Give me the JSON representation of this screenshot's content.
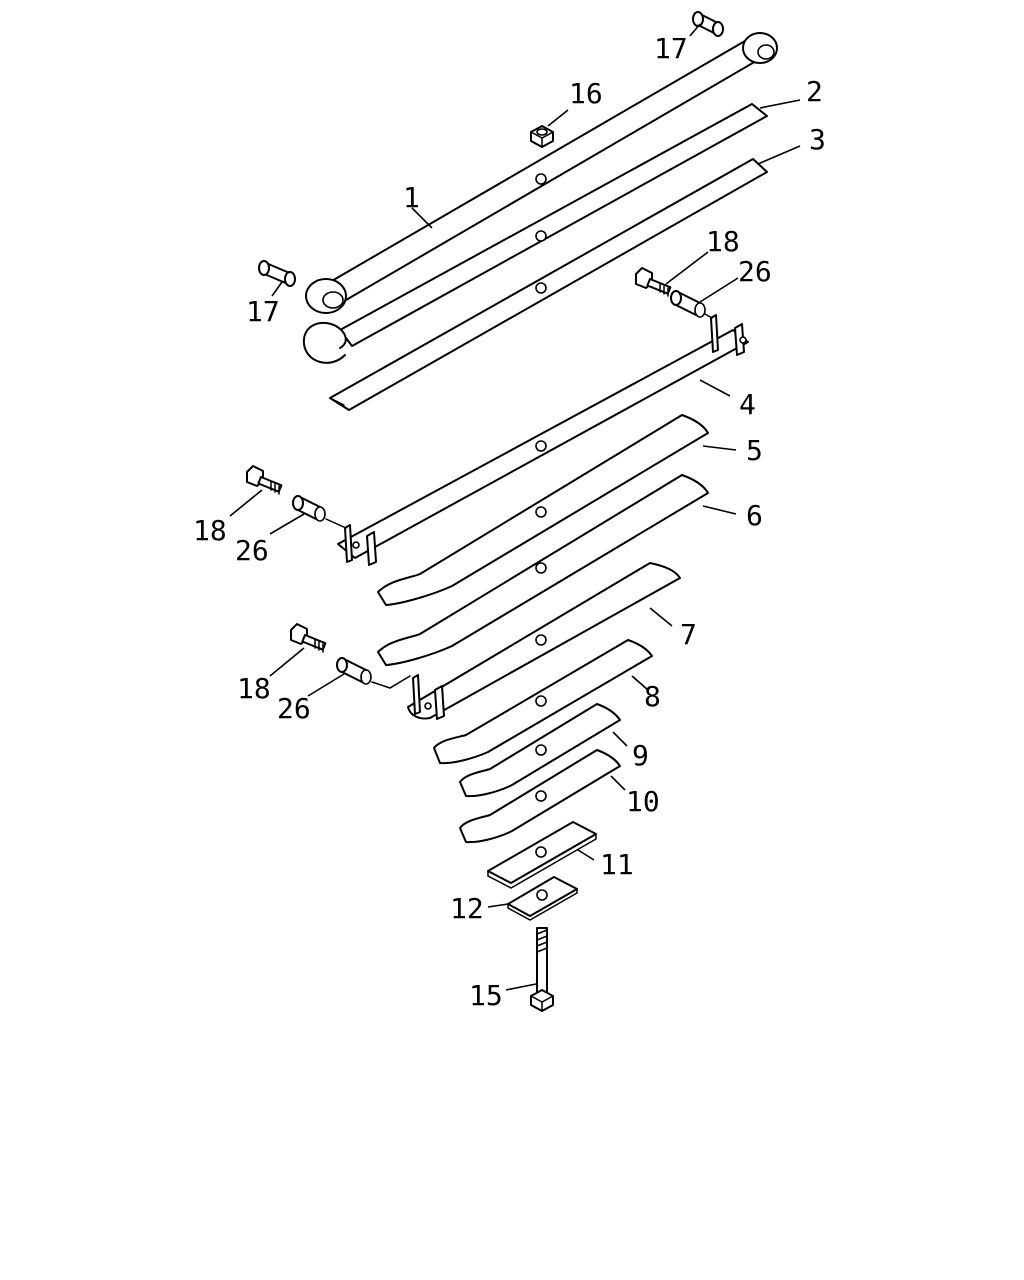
{
  "diagram": {
    "callouts": {
      "c1": "1",
      "c2": "2",
      "c3": "3",
      "c4": "4",
      "c5": "5",
      "c6": "6",
      "c7": "7",
      "c8": "8",
      "c9": "9",
      "c10": "10",
      "c11": "11",
      "c12": "12",
      "c15": "15",
      "c16": "16",
      "c17a": "17",
      "c17b": "17",
      "c18a": "18",
      "c18b": "18",
      "c18c": "18",
      "c26a": "26",
      "c26b": "26",
      "c26c": "26"
    }
  }
}
